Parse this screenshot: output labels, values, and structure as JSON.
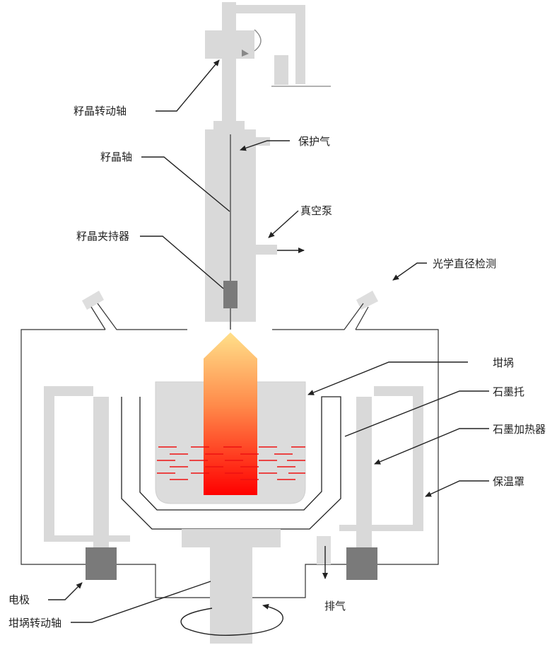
{
  "labels": {
    "seed_rotation_shaft": "籽晶转动轴",
    "protective_gas": "保护气",
    "seed_shaft": "籽晶轴",
    "vacuum_pump": "真空泵",
    "seed_holder": "籽晶夹持器",
    "optical_diameter_detection": "光学直径检测",
    "crucible": "坩埚",
    "graphite_support": "石墨托",
    "graphite_heater": "石墨加热器",
    "insulation_shield": "保温罩",
    "electrode": "电极",
    "exhaust": "排气",
    "crucible_rotation_shaft": "坩埚转动轴"
  },
  "colors": {
    "component_gray": "#d9d9d9",
    "dark_gray": "#7a7a7a",
    "melt_red": "#ee1111",
    "crystal_top": "#ffe08a",
    "crystal_bottom": "#ff0000"
  }
}
